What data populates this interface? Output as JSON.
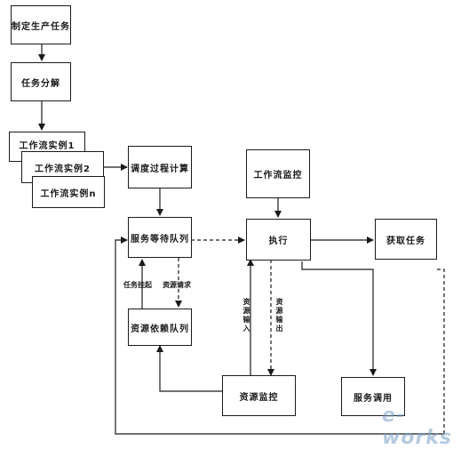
{
  "nodes": {
    "make_plan": "制定生产任务",
    "task_decompose": "任务分解",
    "wf_instance_1": "工作流实例1",
    "wf_instance_2": "工作流实例2",
    "wf_instance_n": "工作流实例n",
    "scheduling": "调度过程计算",
    "wf_monitor": "工作流监控",
    "service_queue": "服务等待队列",
    "execute": "执行",
    "get_task": "获取任务",
    "resource_queue": "资源依赖队列",
    "resource_monitor": "资源监控",
    "service_call": "服务调用"
  },
  "edge_labels": {
    "task_hang": "任务挂起",
    "resource_request": "资源请求",
    "resource_input": "资源输入",
    "resource_output": "资源输出"
  },
  "watermark": "e-works",
  "colors": {
    "line": "#1a1a1a",
    "watermark": "#7aa0c8"
  }
}
